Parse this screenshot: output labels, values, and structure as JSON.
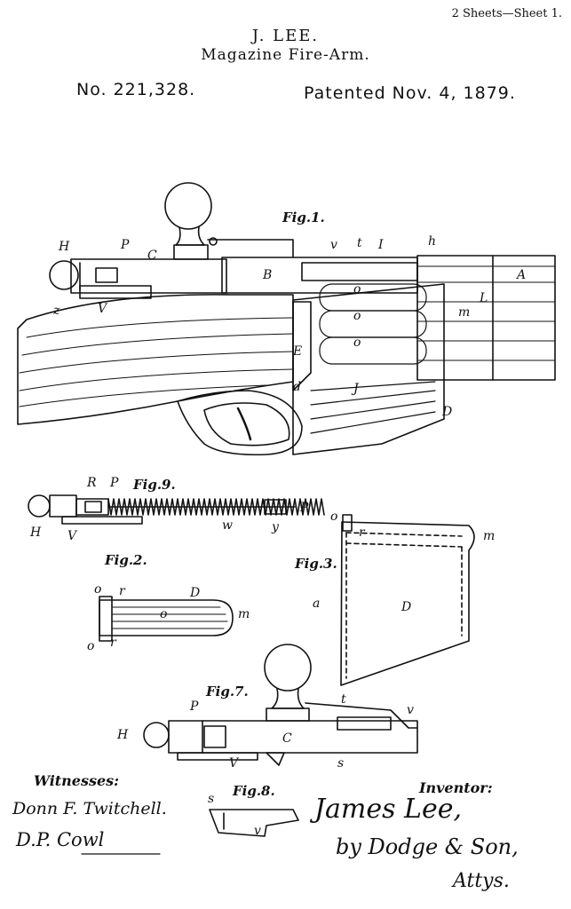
{
  "header": {
    "sheet": "2 Sheets—Sheet 1.",
    "inventor": "J. LEE.",
    "title": "Magazine Fire-Arm.",
    "patent_number": "No. 221,328.",
    "patent_date": "Patented Nov. 4, 1879."
  },
  "figures": {
    "fig1": "Fig.1.",
    "fig2": "Fig.2.",
    "fig3": "Fig.3.",
    "fig7": "Fig.7.",
    "fig8": "Fig.8.",
    "fig9": "Fig.9."
  },
  "labels": {
    "fig1": [
      "H",
      "P",
      "C",
      "v",
      "t",
      "I",
      "h",
      "B",
      "A",
      "z",
      "V",
      "o",
      "o",
      "o",
      "L",
      "m",
      "E",
      "J",
      "D",
      "d"
    ],
    "fig9": [
      "R",
      "P",
      "P",
      "H",
      "V",
      "w",
      "y"
    ],
    "fig2": [
      "o",
      "r",
      "D",
      "o",
      "m",
      "o",
      "r"
    ],
    "fig3": [
      "o",
      "r",
      "m",
      "a",
      "D"
    ],
    "fig7": [
      "P",
      "t",
      "v",
      "H",
      "C",
      "V",
      "s"
    ],
    "fig8": [
      "s",
      "v"
    ]
  },
  "footer": {
    "witnesses_label": "Witnesses:",
    "witness1": "Donn F. Twitchell.",
    "witness2": "D.P. Cowl",
    "inventor_label": "Inventor:",
    "inventor_signature": "James Lee,",
    "by": "by Dodge & Son,",
    "attys": "Attys."
  }
}
